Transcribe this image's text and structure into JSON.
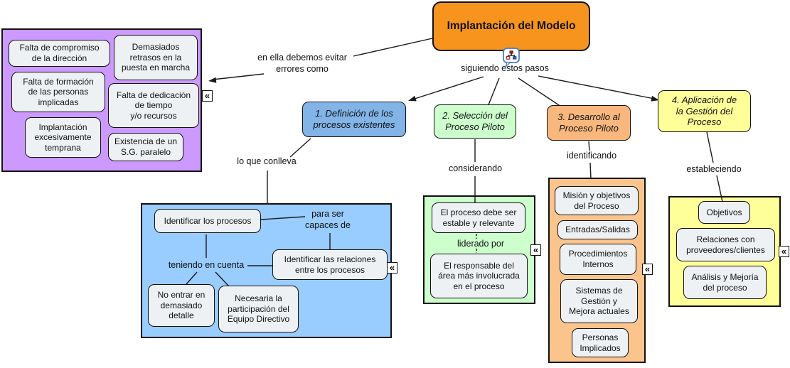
{
  "root_label": "Implantación del Modelo",
  "collapse_marker": "«",
  "phrases": {
    "evitar": "en ella debemos evitar\nerrores como",
    "pasos": "siguiendo estos pasos",
    "conlleva": "lo que conlleva",
    "considerando": "considerando",
    "identificando": "identificando",
    "estableciendo": "estableciendo",
    "para_ser": "para ser\ncapaces de",
    "teniendo": "teniendo en cuenta",
    "liderado": "liderado por"
  },
  "steps": [
    {
      "label": "1. Definición de los\nprocesos existentes",
      "color": "#82b4e8"
    },
    {
      "label": "2. Selección del\nProceso Piloto",
      "color": "#ccffcc"
    },
    {
      "label": "3. Desarrollo al\nProceso Piloto",
      "color": "#f8b87d"
    },
    {
      "label": "4. Aplicación de\nla Gestión del\nProceso",
      "color": "#ffff99"
    }
  ],
  "groups": {
    "errores": {
      "color": "#cc99ff",
      "items": [
        "Falta de compromiso\nde la dirección",
        "Demasiados\nretrasos en la\npuesta en marcha",
        "Falta de formación\nde las personas\nimplicadas",
        "Falta de dedicación\nde tiempo\ny/o recursos",
        "Implantación\nexcesivamente\ntemprana",
        "Existencia de un\nS.G. paralelo"
      ]
    },
    "definicion": {
      "color": "#99ccff",
      "items": [
        "Identificar los procesos",
        "Identificar las relaciones\nentre los procesos",
        "No entrar en\ndemasiado\ndetalle",
        "Necesaria la\nparticipación del\nEquipo Directivo"
      ]
    },
    "seleccion": {
      "color": "#ccffcc",
      "items": [
        "El proceso debe ser\nestable y relevante",
        "El responsable del\nárea más involucrada\nen el proceso"
      ]
    },
    "desarrollo": {
      "color": "#fac48c",
      "items": [
        "Misión y objetivos\ndel Proceso",
        "Entradas/Salidas",
        "Procedimientos\nInternos",
        "Sistemas de\nGestión y\nMejora actuales",
        "Personas\nImplicados"
      ]
    },
    "aplicacion": {
      "color": "#ffff99",
      "items": [
        "Objetivos",
        "Relaciones con\nproveedores/clientes",
        "Análisis y Mejoría\ndel proceso"
      ]
    }
  },
  "colors": {
    "root": "#f7941d",
    "node_fill": "#eef1f4",
    "line": "#1a1a1a"
  }
}
